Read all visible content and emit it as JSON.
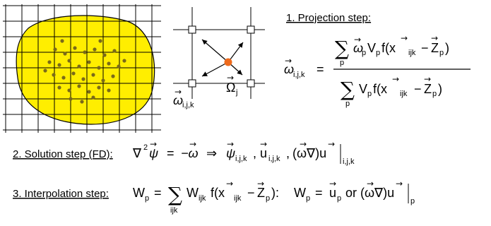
{
  "projection": {
    "label": "1. Projection step:",
    "lhs_symbol": "ω",
    "lhs_sub": "i,j,k",
    "numerator": "f(x",
    "denominator": "f(x",
    "sum_sub": "p"
  },
  "cell": {
    "omega_label": "ω",
    "omega_sub": "i,j,k",
    "Omega_label": "Ω",
    "Omega_sub": "j"
  },
  "solution": {
    "label": "2. Solution step (FD):",
    "lhs": "∇",
    "rhs_1": "ψ",
    "rhs_sub": "i,j,k",
    "rhs_2": "u",
    "rhs_3": "(ω∇)u"
  },
  "interpolation": {
    "label": "3. Interpolation step:",
    "lhs": "W",
    "lhs_sub": "p",
    "sum_sub": "ijk",
    "alt": "or"
  },
  "colors": {
    "blob": "#ffee00",
    "particle": "#7a6a1a",
    "particle_highlight": "#ee6a1c"
  }
}
